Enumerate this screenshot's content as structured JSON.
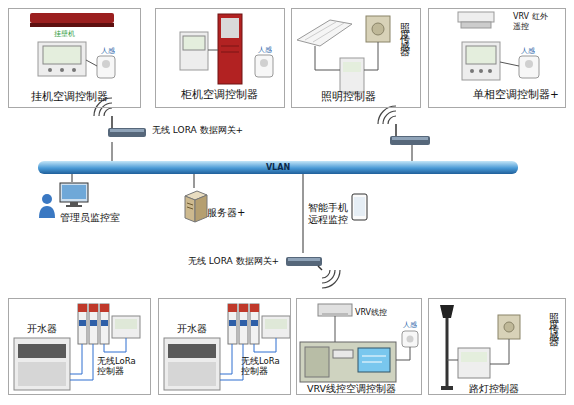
{
  "diagram": {
    "nodes": [
      {
        "text": [
          "挂壁机",
          "人感",
          "挂机空调控制器"
        ]
      },
      {
        "text": [
          "人感",
          "柜机空调控制器"
        ]
      },
      {
        "text": [
          "照度传感器",
          "照明控制器"
        ]
      },
      {
        "text": [
          "VRV 红外遥控",
          "人感",
          "单相空调控制器+"
        ]
      },
      {
        "text": [
          "无线 LORA 数据网关+"
        ]
      },
      {
        "text": [
          "VLAN"
        ]
      },
      {
        "text": [
          "管理员监控室"
        ]
      },
      {
        "text": [
          "服务器+"
        ]
      },
      {
        "text": [
          "智能手机 远程监控"
        ]
      },
      {
        "text": [
          "无线 LORA 数据网关+"
        ]
      },
      {
        "text": [
          "开水器",
          "无线LoRa 控制器"
        ]
      },
      {
        "text": [
          "开水器",
          "无线LoRa 控制器"
        ]
      },
      {
        "text": [
          "VRV线控",
          "人感",
          "VRV线控空调控制器"
        ]
      },
      {
        "text": [
          "照度传感器",
          "路灯控制器"
        ]
      }
    ],
    "edges": [
      {
        "from": 4,
        "to": 5,
        "arrow": "none"
      },
      {
        "from": 6,
        "to": 5,
        "arrow": "none"
      },
      {
        "from": 7,
        "to": 5,
        "arrow": "none"
      },
      {
        "from": 9,
        "to": 5,
        "arrow": "none"
      }
    ]
  }
}
